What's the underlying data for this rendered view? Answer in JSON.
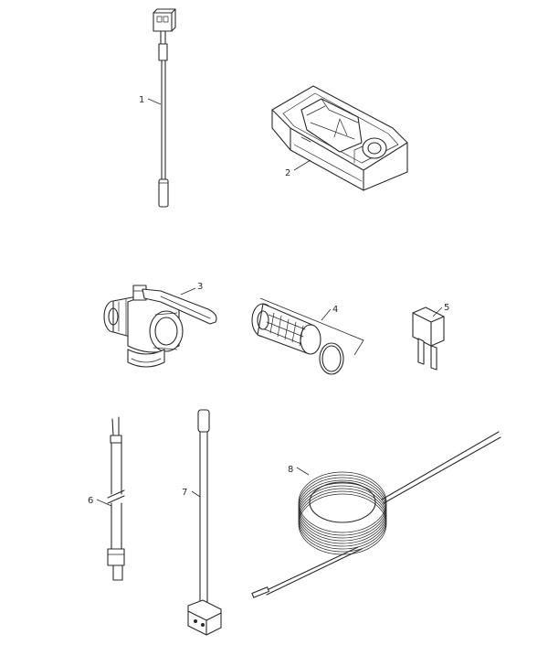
{
  "callouts": {
    "p1": "1",
    "p2": "2",
    "p3": "3",
    "p4": "4",
    "p5": "5",
    "p6": "6",
    "p7": "7",
    "p8": "8"
  },
  "colors": {
    "line": "#2a2a2a",
    "background": "#ffffff"
  }
}
